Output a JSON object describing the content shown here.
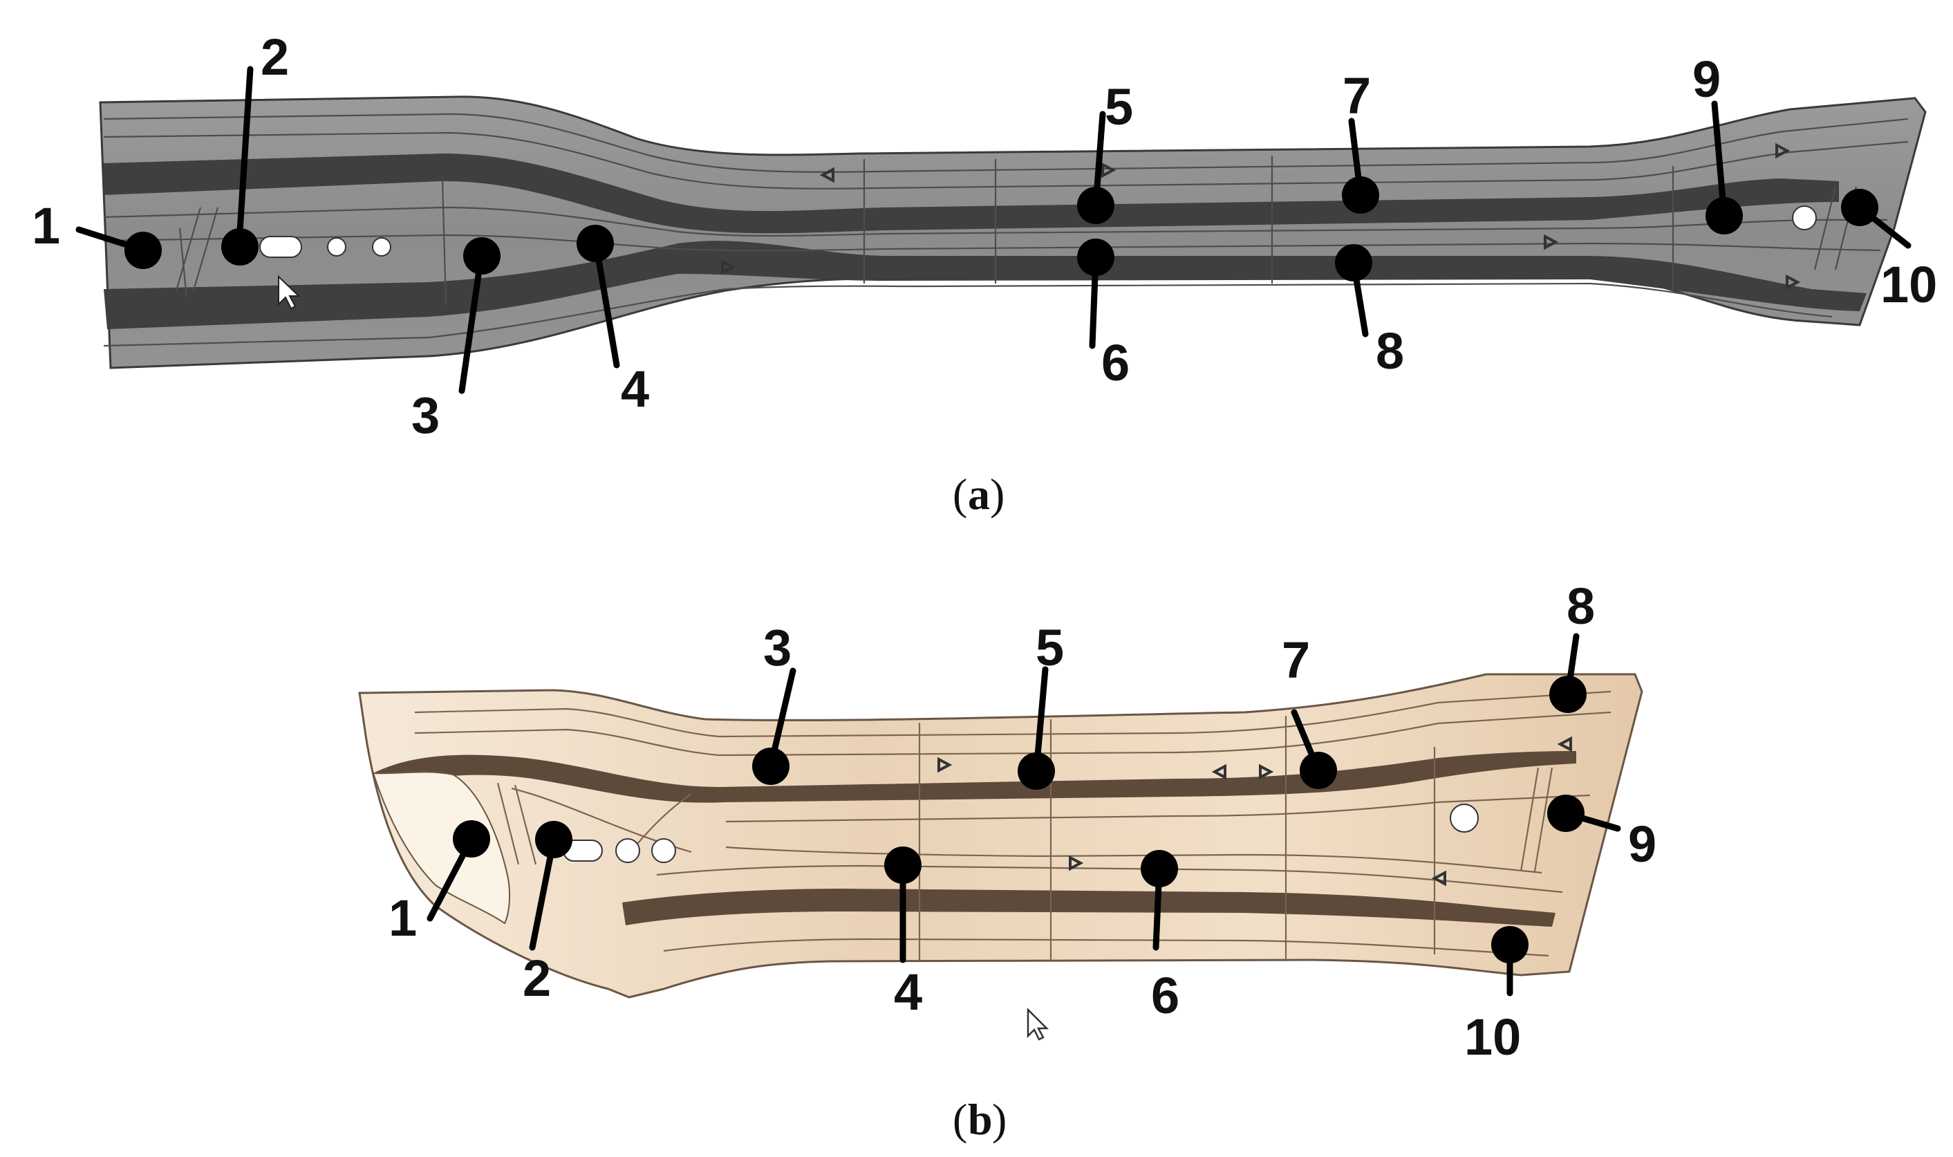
{
  "figure": {
    "panel_a": {
      "caption_open": "(",
      "caption_letter": "a",
      "caption_close": ")",
      "color_body": "#8f8f8f",
      "color_channel": "#3f3f3f",
      "labels": [
        {
          "id": "1",
          "text": "1"
        },
        {
          "id": "2",
          "text": "2"
        },
        {
          "id": "3",
          "text": "3"
        },
        {
          "id": "4",
          "text": "4"
        },
        {
          "id": "5",
          "text": "5"
        },
        {
          "id": "6",
          "text": "6"
        },
        {
          "id": "7",
          "text": "7"
        },
        {
          "id": "8",
          "text": "8"
        },
        {
          "id": "9",
          "text": "9"
        },
        {
          "id": "10",
          "text": "10"
        }
      ]
    },
    "panel_b": {
      "caption_open": "(",
      "caption_letter": "b",
      "caption_close": ")",
      "color_body": "#e7cfb3",
      "color_channel": "#5e4a3a",
      "labels": [
        {
          "id": "1",
          "text": "1"
        },
        {
          "id": "2",
          "text": "2"
        },
        {
          "id": "3",
          "text": "3"
        },
        {
          "id": "4",
          "text": "4"
        },
        {
          "id": "5",
          "text": "5"
        },
        {
          "id": "6",
          "text": "6"
        },
        {
          "id": "7",
          "text": "7"
        },
        {
          "id": "8",
          "text": "8"
        },
        {
          "id": "9",
          "text": "9"
        },
        {
          "id": "10",
          "text": "10"
        }
      ]
    }
  }
}
